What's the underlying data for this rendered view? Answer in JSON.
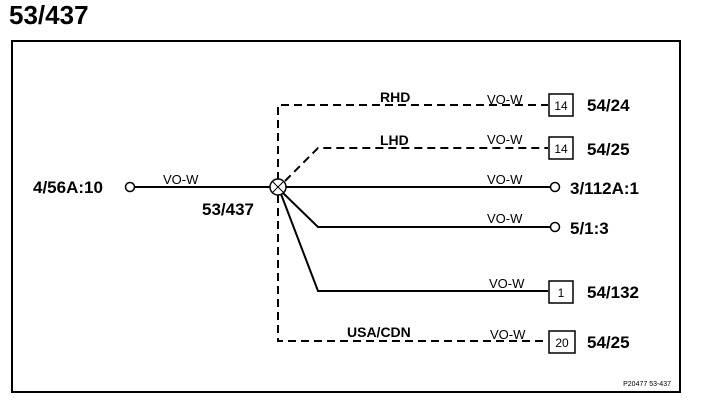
{
  "title": "53/437",
  "splice": {
    "label": "53/437"
  },
  "input": {
    "terminal": "4/56A:10",
    "wire": "VO-W"
  },
  "branches": [
    {
      "group": "RHD",
      "wire": "VO-W",
      "pin": "14",
      "destination": "54/24",
      "optional": true
    },
    {
      "group": "LHD",
      "wire": "VO-W",
      "pin": "14",
      "destination": "54/25",
      "optional": true
    },
    {
      "wire": "VO-W",
      "destination": "3/112A:1",
      "optional": false
    },
    {
      "wire": "VO-W",
      "destination": "5/1:3",
      "optional": false
    },
    {
      "wire": "VO-W",
      "pin": "1",
      "destination": "54/132",
      "optional": false
    },
    {
      "group": "USA/CDN",
      "wire": "VO-W",
      "pin": "20",
      "destination": "54/25",
      "optional": true
    }
  ],
  "reference": "P20477  53-437"
}
